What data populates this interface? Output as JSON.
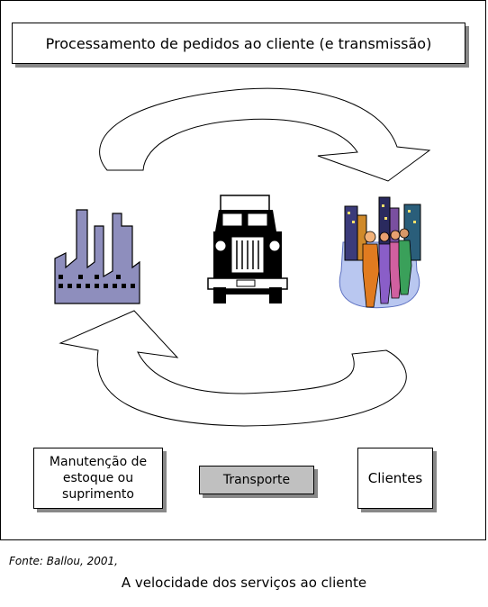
{
  "diagram": {
    "title": "Processamento de pedidos ao cliente (e transmissão)",
    "stock_label": "Manutenção de estoque ou suprimento",
    "transport_label": "Transporte",
    "clients_label": "Clientes"
  },
  "icons": {
    "factory": "factory-icon",
    "truck": "truck-icon",
    "people": "people-city-icon",
    "arrow_top": "curved-arrow-right-icon",
    "arrow_bottom": "curved-arrow-left-icon"
  },
  "colors": {
    "factory": "#8e8ebd",
    "transport_box": "#c0c0c0",
    "shadow": "#888888"
  },
  "footer": {
    "source": "Fonte: Ballou, 2001,",
    "caption": "A velocidade dos serviços ao cliente"
  }
}
